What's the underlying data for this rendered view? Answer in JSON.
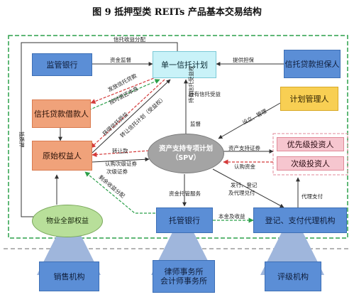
{
  "title": "图 9   抵押型类 REITs 产品基本交易结构",
  "nodes": {
    "supervise_bank": "监管银行",
    "single_trust": "单一信托计划",
    "trust_guarantor": "信托贷款担保人",
    "trust_borrower": "信托贷款借款人",
    "plan_manager": "计划管理人",
    "original_beneficiary": "原始权益人",
    "spv_line1": "资产支持专项计划",
    "spv_line2": "（SPV）",
    "senior_investor": "优先级投资人",
    "junior_investor": "次级投资人",
    "property_rights": "物业全部权益",
    "custodian_bank": "托管银行",
    "registry_agent": "登记、支付代理机构",
    "sales_agency": "销售机构",
    "law_audit_line1": "律师事务所",
    "law_audit_line2": "会计师事务所",
    "rating_agency": "评级机构"
  },
  "labels": {
    "trust_income_dist": "信托收益分配",
    "fund_supervision": "资金监督",
    "provide_guarantee": "提供担保",
    "issue_trust_loan": "发放信托贷款",
    "repay_principal_interest": "按时偿还本息",
    "hold_trust_benefit": "持有信托受益权",
    "obtain_trust_fund": "获得信托受益",
    "pledge": "抵质押",
    "transfer_trust_plan": "转让信托计划（受益权）",
    "hold_trust_benefit2": "持有信托受益",
    "supervise": "监督",
    "establish_manage": "设立、管理",
    "transfer_money": "转让款",
    "issue_ab_securities": "资产支持证券",
    "subscribe_funds": "认购资金",
    "subscribe_junior": "认购次级证券",
    "junior_securities": "次级证券",
    "remaining_income_dist": "剩余收益分配",
    "custody_service": "资金托管服务",
    "issue_register": "发行、登记",
    "agent_payment": "及代理兑付",
    "principal_income": "本金及收益",
    "agent_pay": "代理支付"
  },
  "colors": {
    "blue": "#5b8ed6",
    "orange": "#f0a27a",
    "yellow": "#f8cf53",
    "pink": "#f6c6cf",
    "cyan": "#c9f2f8",
    "green": "#b8df9a",
    "arrow_dark": "#333333",
    "arrow_red": "#d43a3a",
    "arrow_green": "#2ca04a",
    "arrow_blue": "#4a6fb0"
  }
}
